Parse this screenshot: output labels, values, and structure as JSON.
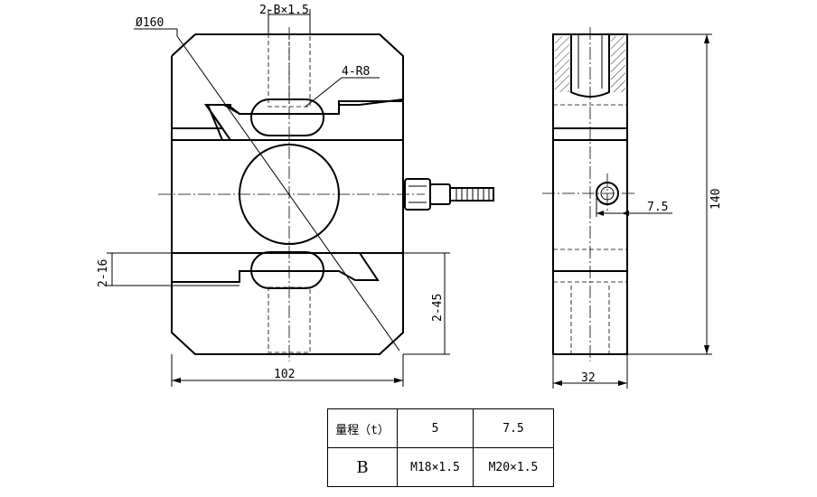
{
  "front_view": {
    "dim_diameter": "Ø160",
    "dim_thread": "2-B×1.5",
    "dim_radius": "4-R8",
    "dim_slot": "2-16",
    "dim_pitch": "2-45",
    "dim_width": "102"
  },
  "side_view": {
    "dim_offset": "7.5",
    "dim_height": "140",
    "dim_thickness": "32"
  },
  "spec_table": {
    "header_label": "量程（t）",
    "capacity_1": "5",
    "capacity_2": "7.5",
    "row_label": "B",
    "thread_1": "M18×1.5",
    "thread_2": "M20×1.5"
  }
}
